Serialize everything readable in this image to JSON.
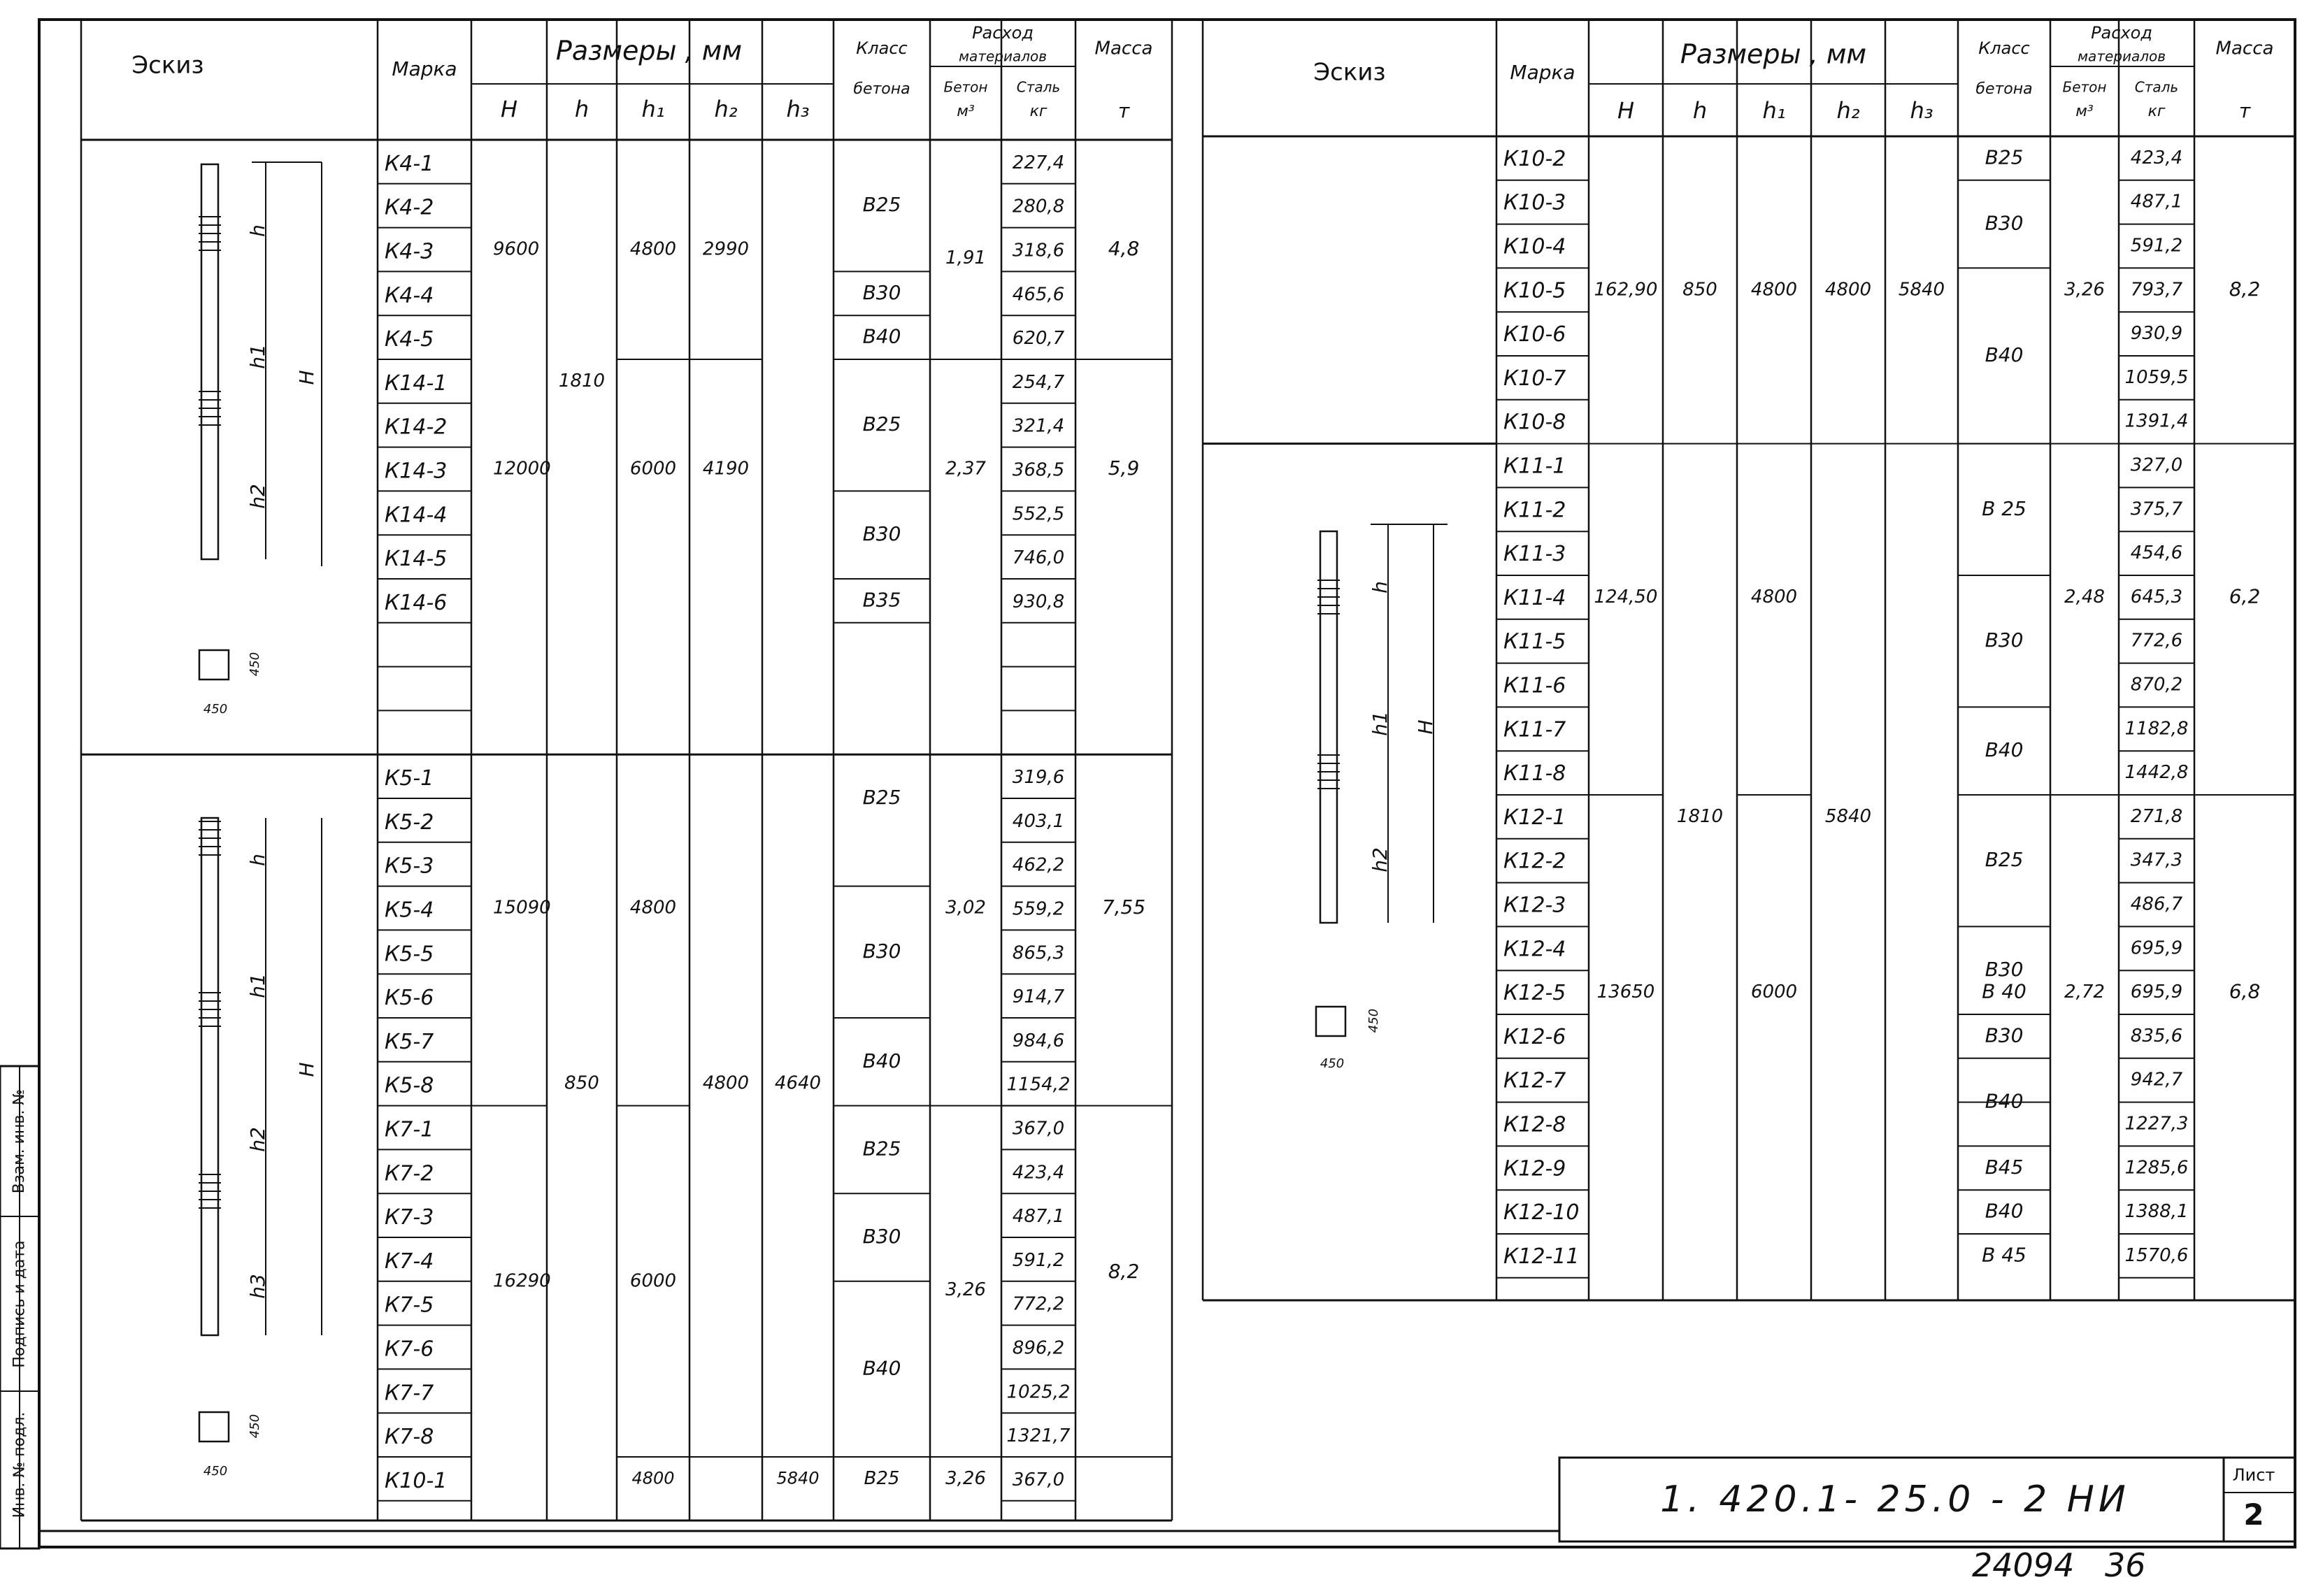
{
  "headers": {
    "sketch": "Эскиз",
    "mark": "Марка",
    "sizes": "Размеры , мм",
    "H": "H",
    "h": "h",
    "h1": "h₁",
    "h2": "h₂",
    "h3": "h₃",
    "class": "Класс",
    "class2": "бетона",
    "consumption": "Расход",
    "consumption2": "материалов",
    "concrete": "Бетон",
    "concrete_unit": "м³",
    "steel": "Сталь",
    "steel_unit": "кг",
    "mass": "Масса",
    "mass_unit": "т"
  },
  "left_table": {
    "marks": [
      "К4-1",
      "К4-2",
      "К4-3",
      "К4-4",
      "К4-5",
      "К14-1",
      "К14-2",
      "К14-3",
      "К14-4",
      "К14-5",
      "К14-6",
      "",
      "",
      "",
      "К5-1",
      "К5-2",
      "К5-3",
      "К5-4",
      "К5-5",
      "К5-6",
      "К5-7",
      "К5-8",
      "К7-1",
      "К7-2",
      "К7-3",
      "К7-4",
      "К7-5",
      "К7-6",
      "К7-7",
      "К7-8",
      "К10-1"
    ],
    "steel": [
      "227,4",
      "280,8",
      "318,6",
      "465,6",
      "620,7",
      "254,7",
      "321,4",
      "368,5",
      "552,5",
      "746,0",
      "930,8",
      "",
      "",
      "",
      "319,6",
      "403,1",
      "462,2",
      "559,2",
      "865,3",
      "914,7",
      "984,6",
      "1154,2",
      "367,0",
      "423,4",
      "487,1",
      "591,2",
      "772,2",
      "896,2",
      "1025,2",
      "1321,7",
      "367,0"
    ],
    "groups": [
      {
        "H": "9600",
        "h": "1810",
        "h1": "4800",
        "h2": "2990",
        "h3": "",
        "concrete": "1,91",
        "mass": "4,8"
      },
      {
        "H": "12000",
        "h1": "6000",
        "h2": "4190",
        "concrete": "2,37",
        "mass": "5,9"
      },
      {
        "H": "15090",
        "h": "850",
        "h1": "4800",
        "h2": "4800",
        "h3": "4640",
        "concrete": "3,02",
        "mass": "7,55"
      },
      {
        "H": "16290",
        "h1": "6000",
        "concrete": "3,26",
        "mass": "8,2"
      },
      {
        "h1": "4800",
        "h3": "5840",
        "class": "B25",
        "concrete": "3,26"
      }
    ],
    "classes": [
      "B25",
      "B30",
      "B40",
      "B25",
      "B30",
      "B35",
      "B25",
      "B30",
      "B40",
      "B25",
      "B30",
      "B40"
    ],
    "sketch_dims": {
      "h": "h",
      "h1": "h1",
      "h2": "h2",
      "h3": "h3",
      "H": "H",
      "sec1": "450",
      "sec2": "450"
    }
  },
  "right_table": {
    "marks": [
      "К10-2",
      "К10-3",
      "К10-4",
      "К10-5",
      "К10-6",
      "К10-7",
      "К10-8",
      "К11-1",
      "К11-2",
      "К11-3",
      "К11-4",
      "К11-5",
      "К11-6",
      "К11-7",
      "К11-8",
      "К12-1",
      "К12-2",
      "К12-3",
      "К12-4",
      "К12-5",
      "К12-6",
      "К12-7",
      "К12-8",
      "К12-9",
      "К12-10",
      "К12-11"
    ],
    "steel": [
      "423,4",
      "487,1",
      "591,2",
      "793,7",
      "930,9",
      "1059,5",
      "1391,4",
      "327,0",
      "375,7",
      "454,6",
      "645,3",
      "772,6",
      "870,2",
      "1182,8",
      "1442,8",
      "271,8",
      "347,3",
      "486,7",
      "695,9",
      "695,9",
      "835,6",
      "942,7",
      "1227,3",
      "1285,6",
      "1388,1",
      "1570,6"
    ],
    "groups": [
      {
        "H": "162,90",
        "h": "850",
        "h1": "4800",
        "h2": "4800",
        "h3": "5840",
        "concrete": "3,26",
        "mass": "8,2"
      },
      {
        "H": "124,50",
        "h": "1810",
        "h1": "4800",
        "h2": "5840",
        "concrete": "2,48",
        "mass": "6,2"
      },
      {
        "H": "13650",
        "h1": "6000",
        "concrete": "2,72",
        "mass": "6,8"
      }
    ],
    "classes": [
      "B25",
      "B30",
      "B40",
      "B 25",
      "B30",
      "B40",
      "B25",
      "B30",
      "B 40",
      "B30",
      "B40",
      "B45",
      "B40",
      "B 45"
    ],
    "sketch_dims": {
      "h": "h",
      "h1": "h1",
      "h2": "h2",
      "H": "H",
      "sec1": "450",
      "sec2": "450"
    }
  },
  "title_block": {
    "doc_code": "1. 420.1- 25.0 - 2 НИ",
    "sheet_label": "Лист",
    "sheet_no": "2"
  },
  "footer": {
    "inv_no": "24094",
    "page": "36"
  },
  "stamp": {
    "inv": "Инв. № подл.",
    "sign": "Подпись и дата",
    "vzam": "Взам. инв. №"
  }
}
